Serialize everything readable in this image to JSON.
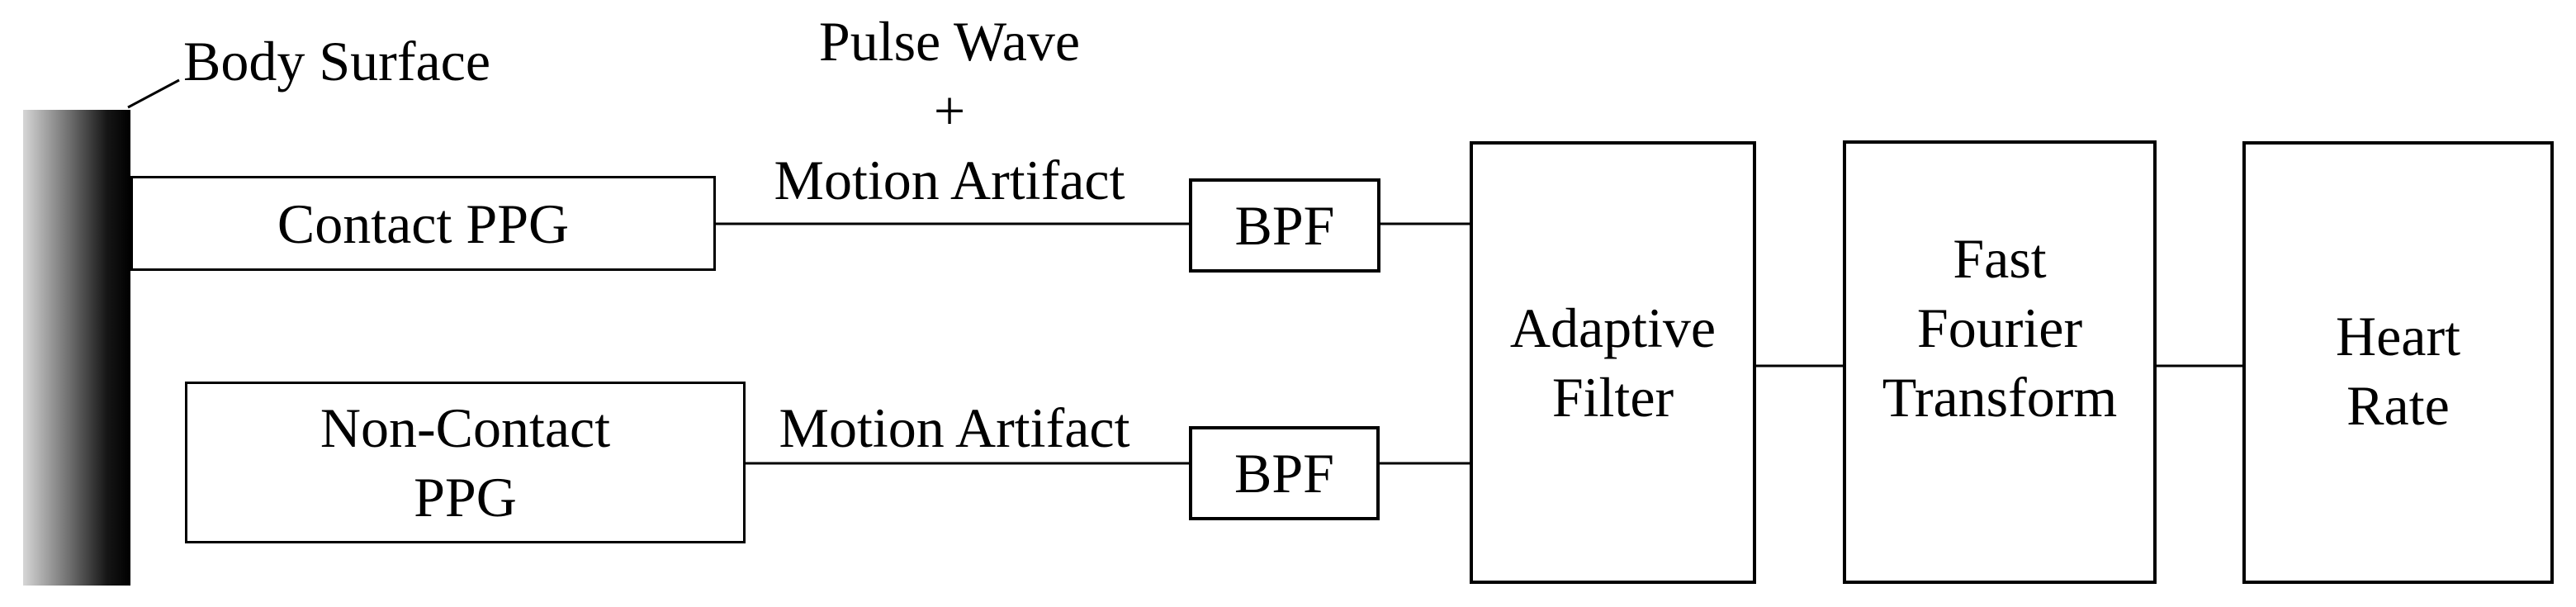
{
  "annotations": {
    "body_surface": "Body Surface",
    "row1_signal": {
      "line1": "Pulse Wave",
      "line2": "+",
      "line3": "Motion Artifact"
    },
    "row2_signal": {
      "line1": "Motion Artifact"
    }
  },
  "blocks": {
    "contact_ppg": {
      "label": "Contact PPG"
    },
    "non_contact_ppg": {
      "line1": "Non-Contact",
      "line2": "PPG"
    },
    "bpf_top": {
      "label": "BPF"
    },
    "bpf_bottom": {
      "label": "BPF"
    },
    "adaptive_filter": {
      "line1": "Adaptive",
      "line2": "Filter"
    },
    "fast_fourier_transform": {
      "line1": "Fast",
      "line2": "Fourier",
      "line3": "Transform"
    },
    "heart_rate": {
      "line1": "Heart",
      "line2": "Rate"
    }
  },
  "colors": {
    "ink": "#000000",
    "background": "#ffffff",
    "bar_gradient_left": "#d6d6d6",
    "bar_gradient_right": "#000000"
  }
}
